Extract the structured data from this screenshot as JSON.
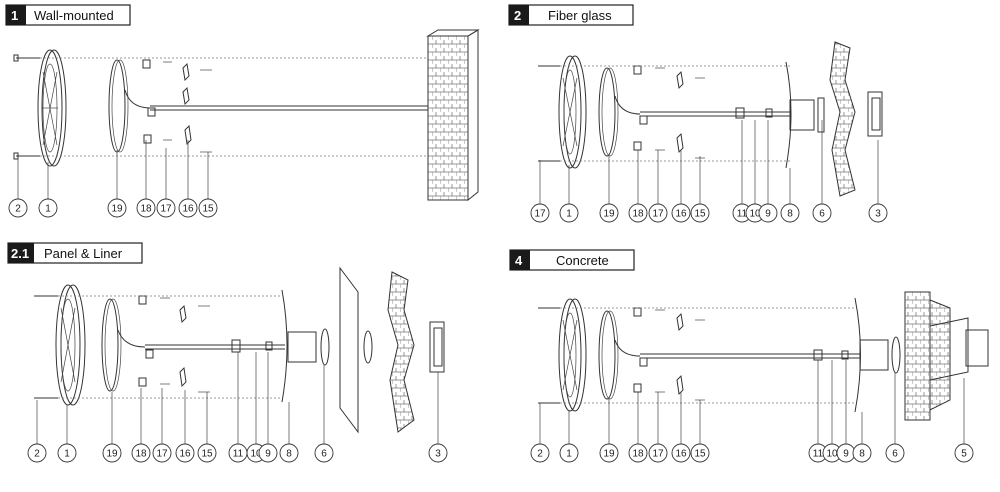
{
  "panels": [
    {
      "id": "wall",
      "number": "1",
      "title": "Wall-mounted",
      "labels": [
        "2",
        "1",
        "19",
        "18",
        "17",
        "16",
        "15"
      ]
    },
    {
      "id": "fiber",
      "number": "2",
      "title": "Fiber glass",
      "labels": [
        "17",
        "1",
        "19",
        "18",
        "17",
        "16",
        "15",
        "11",
        "10",
        "9",
        "8",
        "6",
        "3"
      ]
    },
    {
      "id": "panel",
      "number": "2.1",
      "title": "Panel & Liner",
      "labels": [
        "2",
        "1",
        "19",
        "18",
        "17",
        "16",
        "15",
        "11",
        "10",
        "9",
        "8",
        "6",
        "3"
      ]
    },
    {
      "id": "concrete",
      "number": "4",
      "title": "Concrete",
      "labels": [
        "2",
        "1",
        "19",
        "18",
        "17",
        "16",
        "15",
        "11",
        "10",
        "9",
        "8",
        "6",
        "5"
      ]
    }
  ]
}
